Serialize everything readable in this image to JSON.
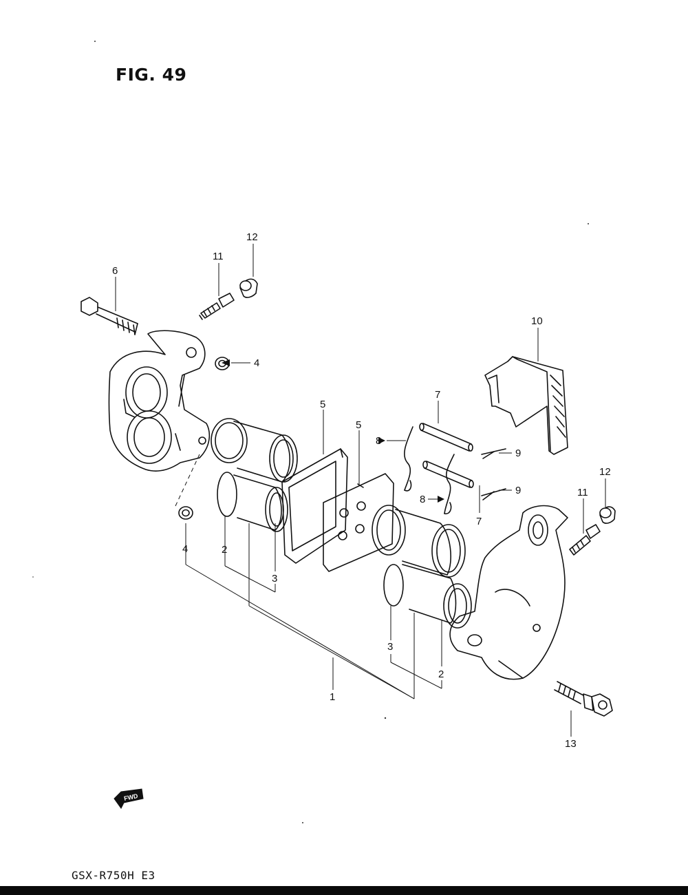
{
  "figure": {
    "title": "FIG. 49",
    "model": "GSX-R750H E3",
    "fwd_label": "FWD"
  },
  "callouts": {
    "c1": "1",
    "c2_left": "2",
    "c2_right": "2",
    "c3_left": "3",
    "c3_right": "3",
    "c4_top": "4",
    "c4_bottom": "4",
    "c5_left": "5",
    "c5_right": "5",
    "c6": "6",
    "c7_top": "7",
    "c7_bottom": "7",
    "c8_top": "8",
    "c8_bottom": "8",
    "c9_top": "9",
    "c9_bottom": "9",
    "c10": "10",
    "c11_left": "11",
    "c11_right": "11",
    "c12_left": "12",
    "c12_right": "12",
    "c13": "13"
  },
  "icons": {
    "fwd": "fwd-arrow-icon"
  }
}
